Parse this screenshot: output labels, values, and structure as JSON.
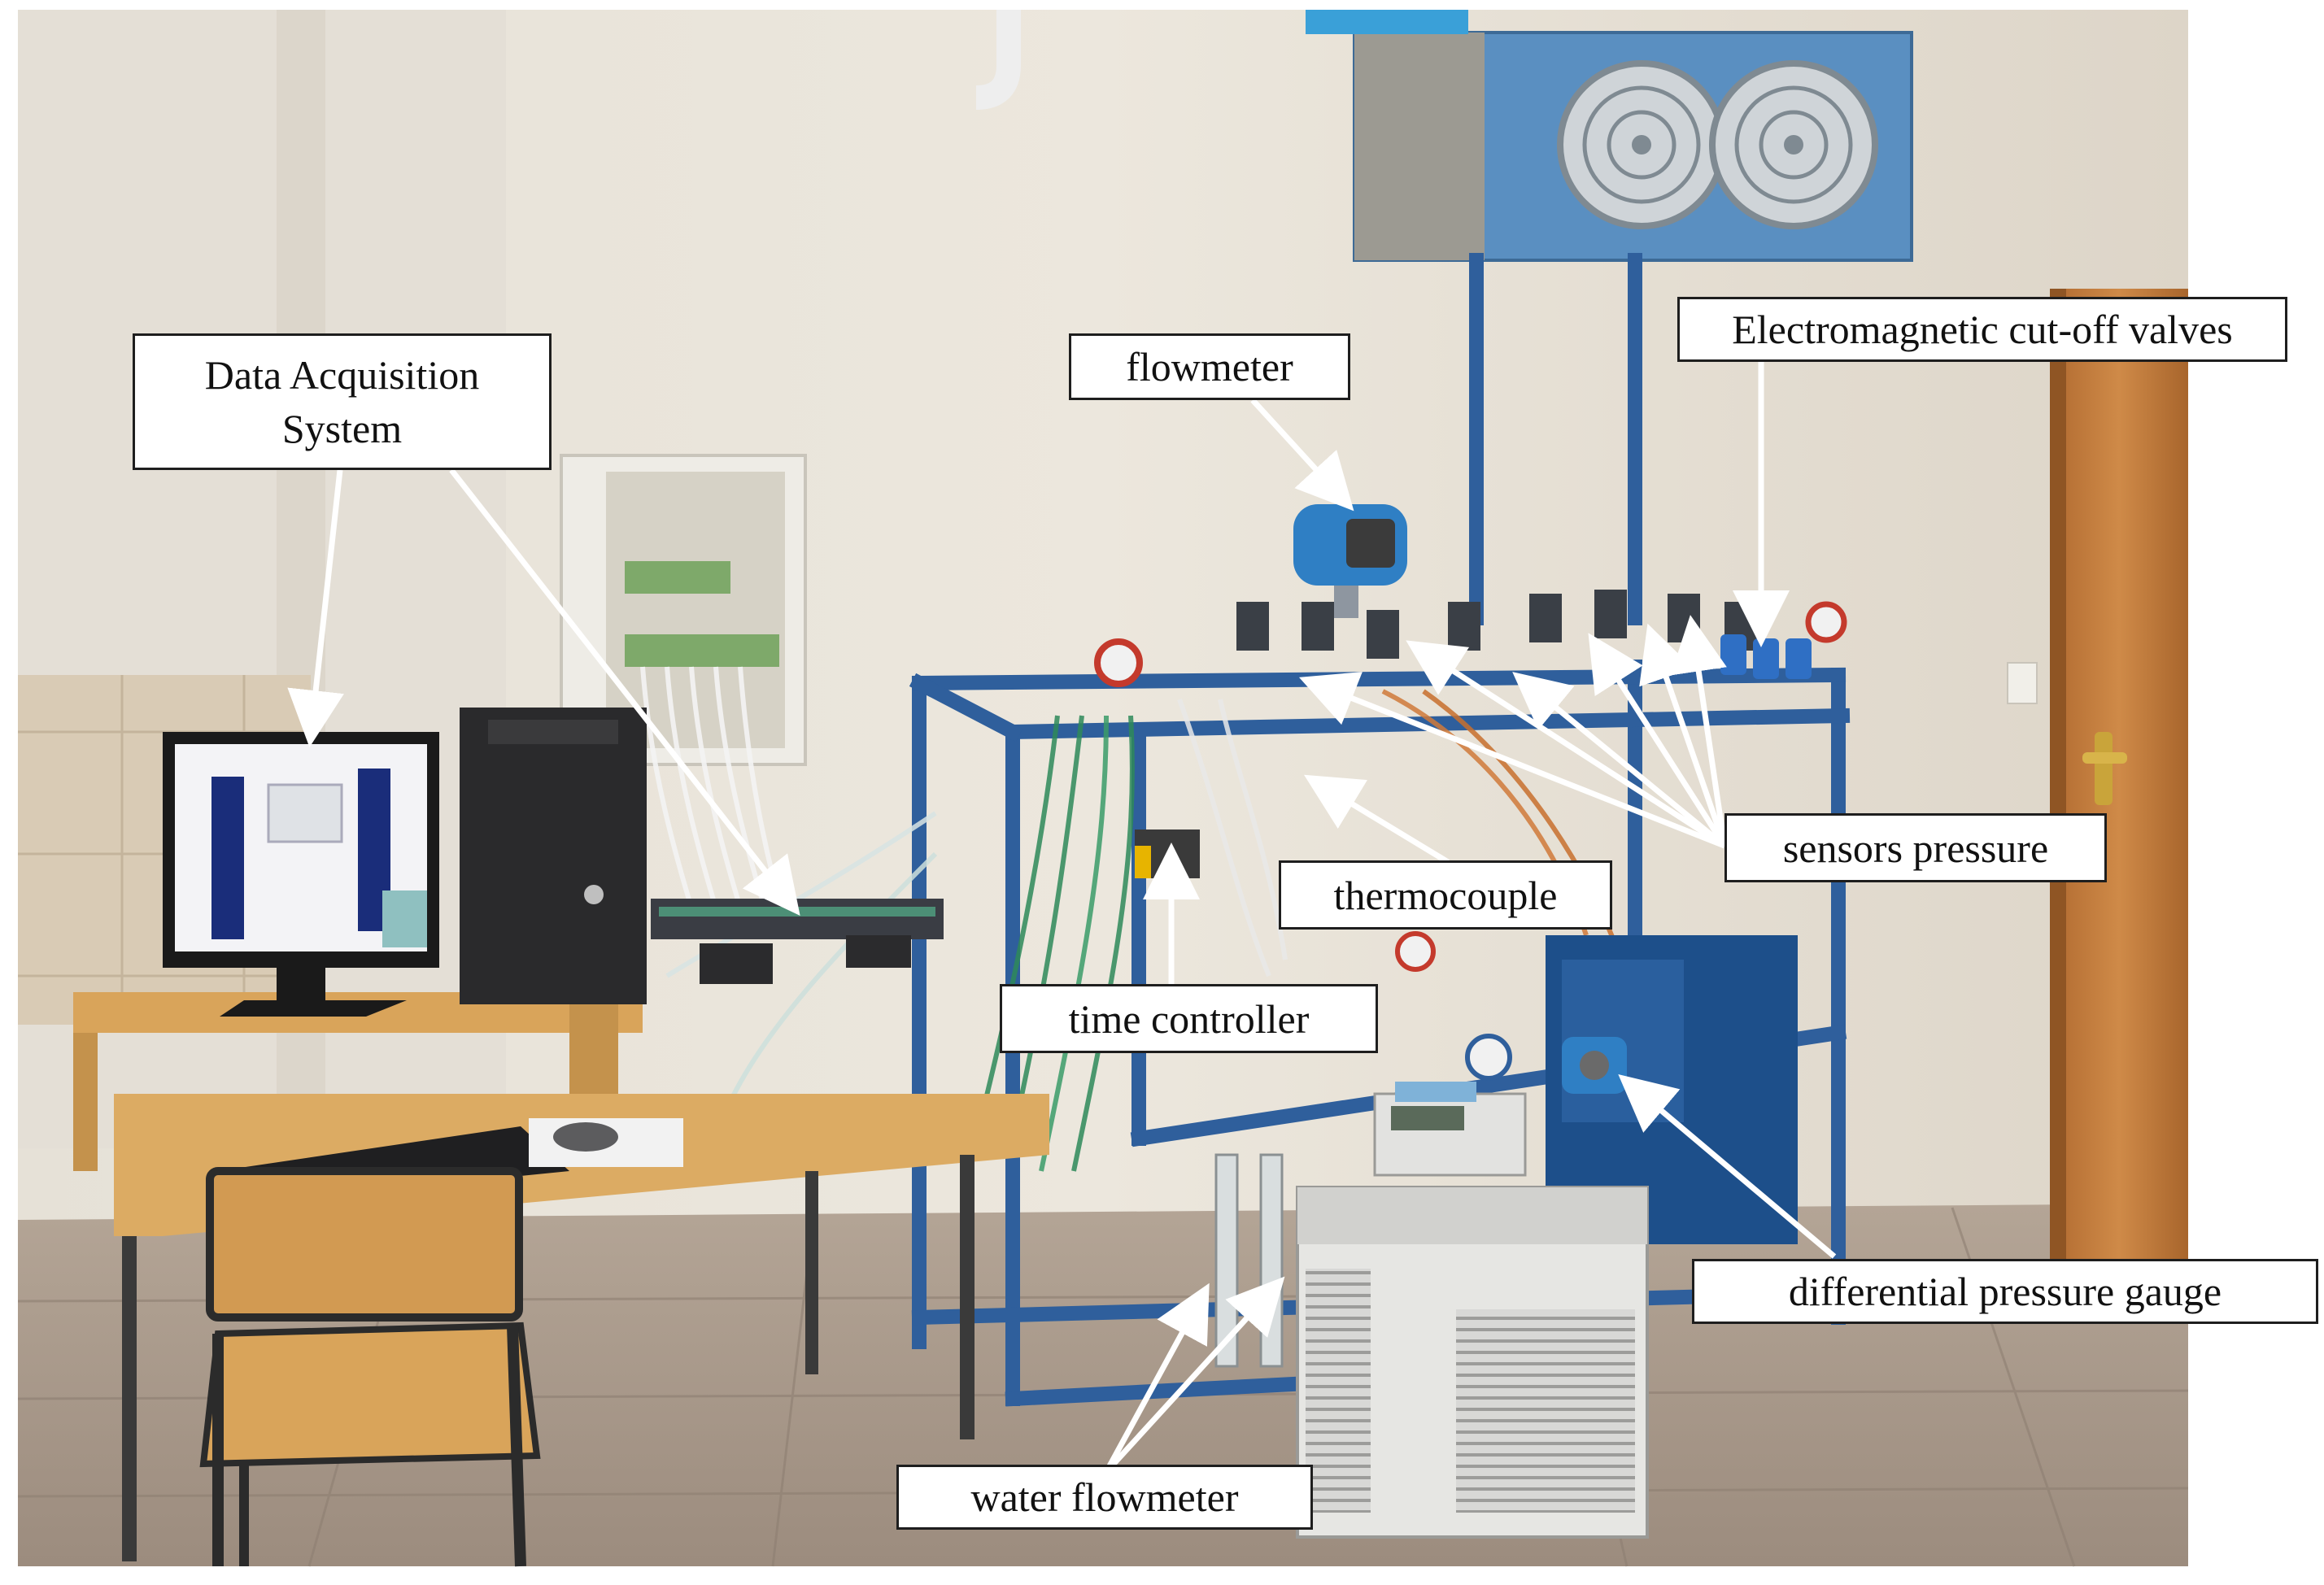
{
  "labels": {
    "data_acquisition_line1": "Data Acquisition",
    "data_acquisition_line2": "System",
    "flowmeter": "flowmeter",
    "electromagnetic_valves": "Electromagnetic cut-off valves",
    "sensors_pressure": "sensors pressure",
    "thermocouple": "thermocouple",
    "time_controller": "time controller",
    "differential_pressure_gauge": "differential pressure gauge",
    "water_flowmeter": "water flowmeter"
  },
  "colors": {
    "wall": "#e9e3d8",
    "floor": "#a8988a",
    "frame_blue": "#2f5f9c",
    "desk": "#d9a45a",
    "door": "#c07a3c",
    "label_border": "#1e1e1e",
    "arrow": "#ffffff"
  },
  "icons": [
    "monitor-icon",
    "computer-tower-icon",
    "keyboard-icon",
    "mouse-icon",
    "chair-icon",
    "fan-icon",
    "flowmeter-device-icon",
    "valve-icon",
    "gauge-icon",
    "chiller-unit-icon"
  ]
}
